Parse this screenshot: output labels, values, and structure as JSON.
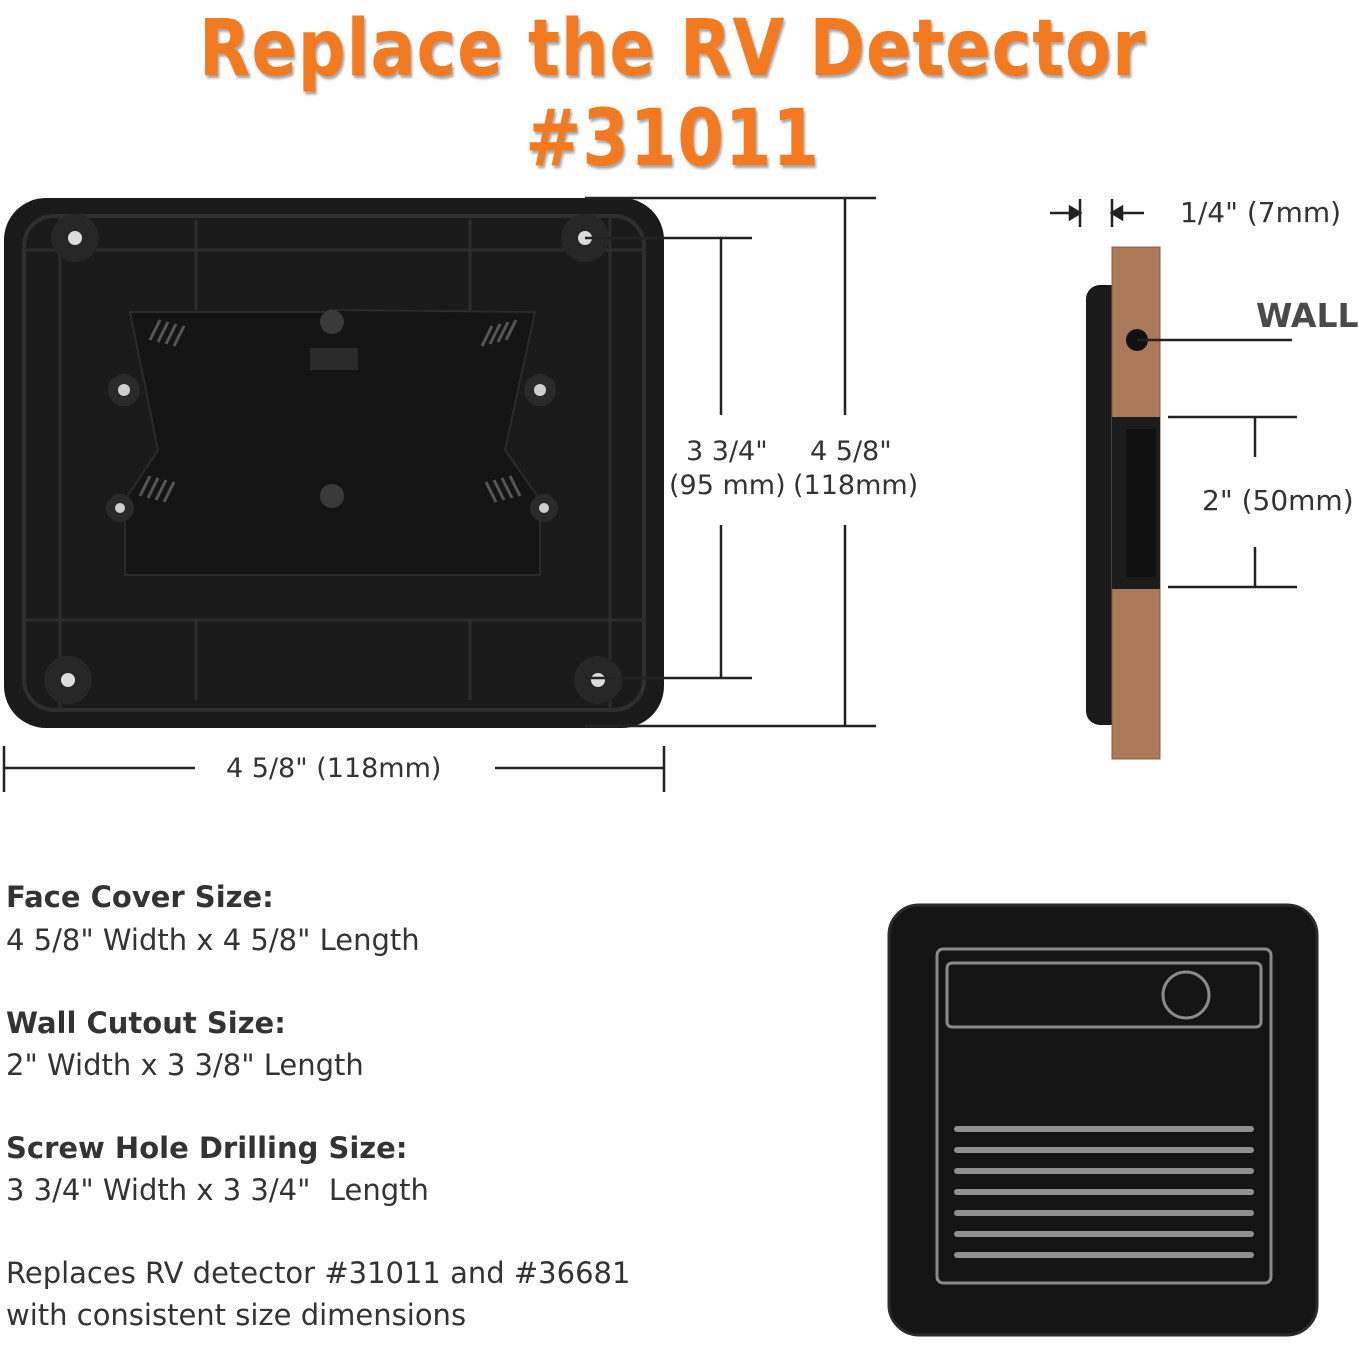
{
  "title": "Replace the RV Detector #31011",
  "dimensions": {
    "thickness": "1/4\" (7mm)",
    "wall_label": "WALL",
    "cutout_height": "2\" (50mm)",
    "screw_spacing_in": "3 3/4\"",
    "screw_spacing_mm": "(95 mm)",
    "height_in": "4 5/8\"",
    "height_mm": "(118mm)",
    "width": "4 5/8\" (118mm)"
  },
  "specs": [
    {
      "heading": "Face Cover Size:",
      "value": "4 5/8\" Width x 4 5/8\" Length"
    },
    {
      "heading": "Wall Cutout Size:",
      "value": "2\" Width x 3 3/8\" Length"
    },
    {
      "heading": "Screw Hole Drilling Size:",
      "value": "3 3/4\" Width x 3 3/4\"  Length"
    }
  ],
  "note": {
    "line1": "Replaces RV detector #31011 and #36681",
    "line2": "with consistent size dimensions"
  },
  "colors": {
    "title": "#f47a20",
    "device": "#1d1d1d",
    "wood": "#a9795a"
  }
}
